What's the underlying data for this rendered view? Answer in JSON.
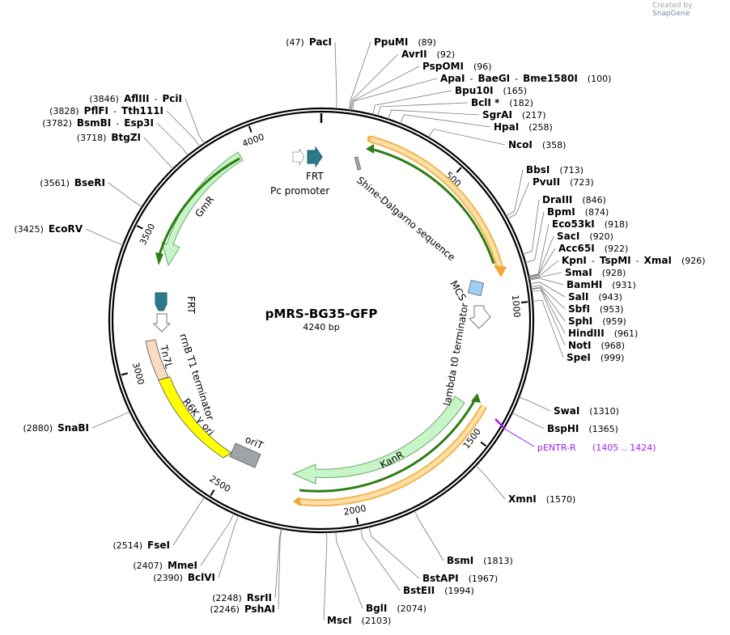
{
  "app": {
    "watermark_prefix": "Created by",
    "watermark_brand": "SnapGene"
  },
  "plasmid": {
    "name": "pMRS-BG35-GFP",
    "length_label": "4240 bp"
  },
  "ticks": [
    "500",
    "1000",
    "1500",
    "2000",
    "2500",
    "3000",
    "3500",
    "4000"
  ],
  "enzymes": {
    "paci": {
      "name": "PacI",
      "pos": "(47)"
    },
    "ppumi": {
      "name": "PpuMI",
      "pos": "(89)"
    },
    "avrii": {
      "name": "AvrII",
      "pos": "(92)"
    },
    "pspomi": {
      "name": "PspOMI",
      "pos": "(96)"
    },
    "apai": {
      "name": "ApaI",
      "sep1": "-",
      "name2": "BaeGI",
      "sep2": "-",
      "name3": "Bme1580I",
      "pos": "(100)"
    },
    "bpu10i": {
      "name": "Bpu10I",
      "pos": "(165)"
    },
    "bcli": {
      "name": "BclI *",
      "pos": "(182)"
    },
    "sgrai": {
      "name": "SgrAI",
      "pos": "(217)"
    },
    "hpai": {
      "name": "HpaI",
      "pos": "(258)"
    },
    "ncoi": {
      "name": "NcoI",
      "pos": "(358)"
    },
    "bbsi": {
      "name": "BbsI",
      "pos": "(713)"
    },
    "pvuii": {
      "name": "PvuII",
      "pos": "(723)"
    },
    "draiii": {
      "name": "DraIII",
      "pos": "(846)"
    },
    "bpmi": {
      "name": "BpmI",
      "pos": "(874)"
    },
    "eco53ki": {
      "name": "Eco53kI",
      "pos": "(918)"
    },
    "saci": {
      "name": "SacI",
      "pos": "(920)"
    },
    "acc65i": {
      "name": "Acc65I",
      "pos": "(922)"
    },
    "kpni": {
      "name": "KpnI",
      "sep1": "-",
      "name2": "TspMI",
      "sep2": "-",
      "name3": "XmaI",
      "pos": "(926)"
    },
    "smai": {
      "name": "SmaI",
      "pos": "(928)"
    },
    "bamhi": {
      "name": "BamHI",
      "pos": "(931)"
    },
    "sali": {
      "name": "SalI",
      "pos": "(943)"
    },
    "sbfi": {
      "name": "SbfI",
      "pos": "(953)"
    },
    "sphi": {
      "name": "SphI",
      "pos": "(959)"
    },
    "hindiii": {
      "name": "HindIII",
      "pos": "(961)"
    },
    "noti": {
      "name": "NotI",
      "pos": "(968)"
    },
    "spei": {
      "name": "SpeI",
      "pos": "(999)"
    },
    "swai": {
      "name": "SwaI",
      "pos": "(1310)"
    },
    "bsphi": {
      "name": "BspHI",
      "pos": "(1365)"
    },
    "xmni": {
      "name": "XmnI",
      "pos": "(1570)"
    },
    "bsmi": {
      "name": "BsmI",
      "pos": "(1813)"
    },
    "bstapi": {
      "name": "BstAPI",
      "pos": "(1967)"
    },
    "bsteii": {
      "name": "BstEII",
      "pos": "(1994)"
    },
    "bgli": {
      "name": "BglI",
      "pos": "(2074)"
    },
    "msci": {
      "name": "MscI",
      "pos": "(2103)"
    },
    "pshai": {
      "name": "PshAI",
      "pos": "(2246)"
    },
    "rsrii": {
      "name": "RsrII",
      "pos": "(2248)"
    },
    "bclvi": {
      "name": "BclVI",
      "pos": "(2390)"
    },
    "mmei": {
      "name": "MmeI",
      "pos": "(2407)"
    },
    "fsei": {
      "name": "FseI",
      "pos": "(2514)"
    },
    "snabi": {
      "name": "SnaBI",
      "pos": "(2880)"
    },
    "ecorv": {
      "name": "EcoRV",
      "pos": "(3425)"
    },
    "bseri": {
      "name": "BseRI",
      "pos": "(3561)"
    },
    "btgzi": {
      "name": "BtgZI",
      "pos": "(3718)"
    },
    "bsmbi": {
      "name": "BsmBI",
      "sep1": "-",
      "name2": "Esp3I",
      "pos": "(3782)"
    },
    "pflfi": {
      "name": "PflFI",
      "sep1": "-",
      "name2": "Tth111I",
      "pos": "(3828)"
    },
    "afliii": {
      "name": "AflIII",
      "sep1": "-",
      "name2": "PciI",
      "pos": "(3846)"
    }
  },
  "primer": {
    "name": "pENTR-R",
    "pos": "(1405 .. 1424)"
  },
  "features": {
    "pc_promoter": "Pc promoter",
    "frt_top": "FRT",
    "shine_dalgarno": "Shine-Dalgarno sequence",
    "mcs": "MCS",
    "lambda_t0": "lambda t0 terminator",
    "kanr": "KanR",
    "orit": "oriT",
    "r6k": "R6K γ ori",
    "tn7l": "Tn7L",
    "rrnb": "rrnB T1 terminator",
    "frt_left": "FRT",
    "gmr": "GmR"
  },
  "colors": {
    "backbone": "#000000",
    "gfp_outline": "#f0a830",
    "green_strand": "#2e7d15",
    "marker_fill": "#c8f5c8",
    "mcs_fill": "#9ecdf5",
    "frt_fill": "#2a7a8c",
    "r6k_fill": "#ffff00",
    "tn7l_fill": "#fbdcc0",
    "orit_fill": "#a0a4a8",
    "primer": "#a020f0"
  }
}
